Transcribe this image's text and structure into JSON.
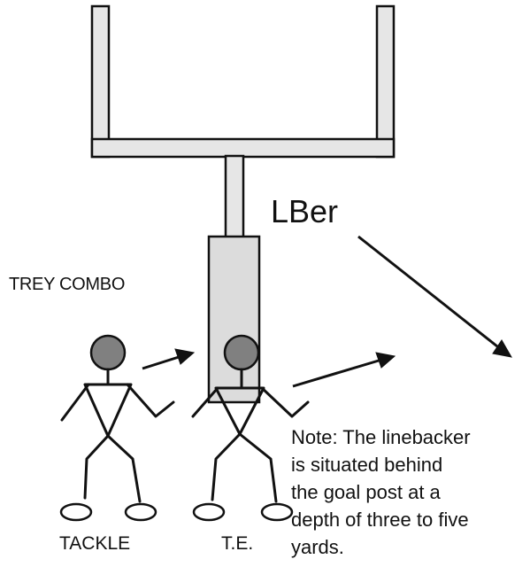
{
  "labels": {
    "linebacker": "LBer",
    "play_name": "TREY COMBO",
    "tackle": "TACKLE",
    "tight_end": "T.E."
  },
  "note": {
    "lines": [
      "Note:  The linebacker",
      "is situated behind",
      "the goal post at a",
      "depth of three to five",
      "yards."
    ]
  },
  "colors": {
    "ink": "#111111",
    "head_fill": "#808080",
    "post_fill": "#e6e6e6",
    "pad_fill": "#dcdcdc"
  }
}
